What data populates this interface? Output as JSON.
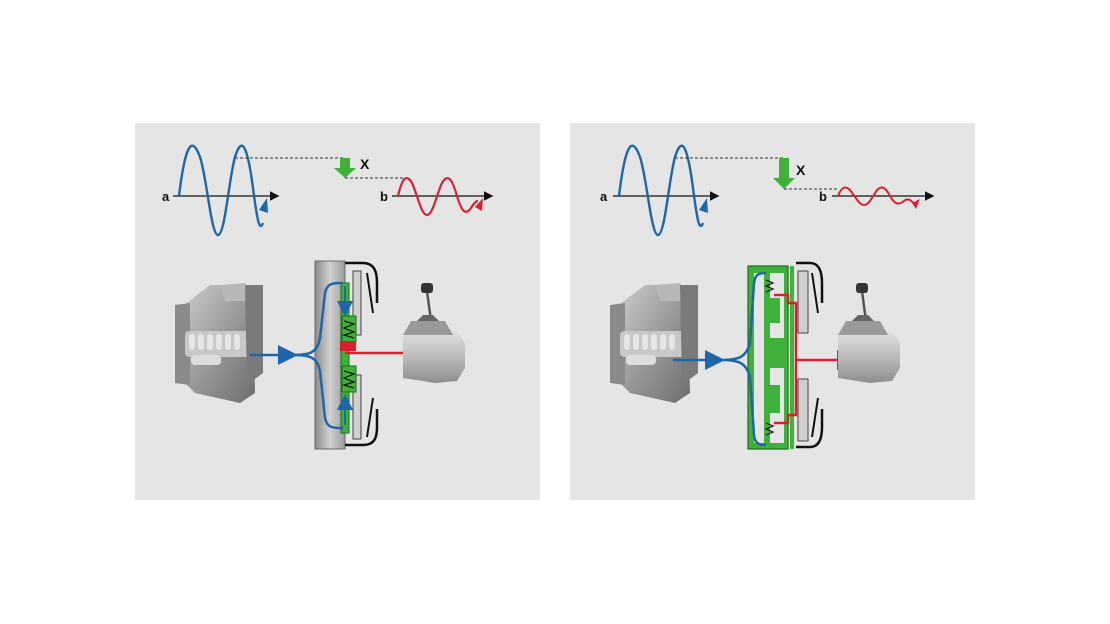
{
  "diagrams": [
    {
      "input_wave_label": "a",
      "output_wave_label": "b",
      "reduction_label": "X"
    },
    {
      "input_wave_label": "a",
      "output_wave_label": "b",
      "reduction_label": "X"
    }
  ],
  "colors": {
    "background": "#ffffff",
    "panel": "#e5e5e5",
    "input_wave": "#1f66a8",
    "output_wave": "#d8212f",
    "damper": "#3fb13a",
    "engine_grey": "#9b9b9b"
  },
  "icons": [
    "engine-icon",
    "flywheel-icon",
    "spring-damper-icon",
    "gearbox-icon",
    "shift-lever-icon",
    "arrow-down-icon"
  ]
}
